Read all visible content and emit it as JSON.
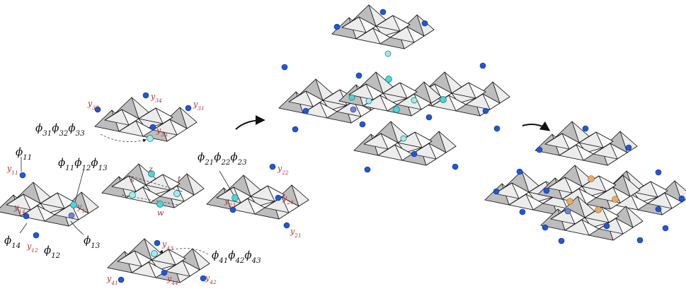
{
  "colors": {
    "node_blue": "#1f57d6",
    "node_cyan": "#46d8da",
    "node_cyan_light": "#9eeced",
    "node_orange": "#e3ad66",
    "node_blue_faded": "#6f86d8",
    "subscript_red": "#b03030",
    "face_dark": "#8f8f8f",
    "face_mid": "#bdbdbd",
    "face_light": "#ececec"
  },
  "labels": {
    "y11": "y11",
    "y12": "y12",
    "y13": "y13",
    "y14": "y14",
    "y21": "y21",
    "y22": "y22",
    "y23": "y23",
    "y24": "y24",
    "y31": "y31",
    "y32": "y32",
    "y33": "y33",
    "y34": "y34",
    "y41": "y41",
    "y42": "y42",
    "y43": "y43",
    "y44": "y44",
    "phi11": "ϕ11",
    "phi12": "ϕ12",
    "phi13": "ϕ13",
    "phi14": "ϕ14",
    "phi_1": "ϕ11ϕ12ϕ13",
    "phi_2": "ϕ21ϕ22ϕ23",
    "phi_3": "ϕ31ϕ32ϕ33",
    "phi_4": "ϕ41ϕ42ϕ43",
    "s": "s",
    "t": "t",
    "z": "z",
    "w": "w"
  },
  "icons": {
    "arrow_1": "curved-arrow-icon",
    "arrow_2": "curved-arrow-icon"
  }
}
